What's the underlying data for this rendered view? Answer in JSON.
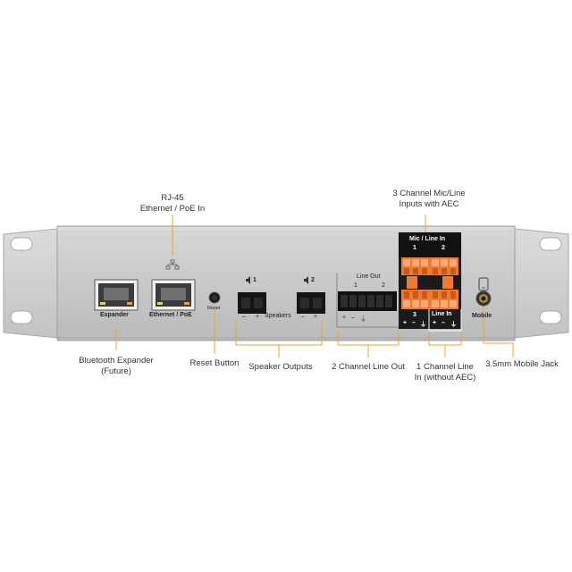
{
  "callouts": {
    "rj45": [
      "RJ-45",
      "Ethernet / PoE In"
    ],
    "mic_line": [
      "3 Channel Mic/Line",
      "Inputs with AEC"
    ],
    "bt_expander": [
      "Bluetooth Expander",
      "(Future)"
    ],
    "reset": [
      "Reset Button"
    ],
    "speaker_outputs": [
      "Speaker Outputs"
    ],
    "line_out_2ch": [
      "2 Channel Line Out"
    ],
    "line_in_1ch": [
      "1 Channel Line",
      "In (without AEC)"
    ],
    "mobile_jack": [
      "3.5mm Mobile Jack"
    ]
  },
  "panel": {
    "expander": "Expander",
    "ethernet_poe": "Ethernet / PoE",
    "reset": "Reset",
    "speakers": "Speakers",
    "spk1": "1",
    "spk2": "2",
    "spk1_minus": "–",
    "spk1_plus": "+",
    "spk2_minus": "–",
    "spk2_plus": "+",
    "line_out": "Line Out",
    "line_out_ch": [
      "1",
      "2"
    ],
    "line_out_pins": [
      "+",
      "–",
      "⏚"
    ],
    "mic_line_in": "Mic / Line In",
    "mic_ch": [
      "1",
      "2"
    ],
    "ch3": "3",
    "ch3_pins": [
      "+",
      "–",
      "⏚"
    ],
    "line_in": "Line In",
    "line_in_pins": [
      "+",
      "–",
      "⏚"
    ],
    "mobile": "Mobile"
  },
  "icons": [
    "network-icon",
    "speaker-icon",
    "phone-icon"
  ],
  "colors": {
    "panel": "#c9cacc",
    "terminal_orange": "#f07a30",
    "block_black": "#111111",
    "callout_line": "#f5a030"
  }
}
